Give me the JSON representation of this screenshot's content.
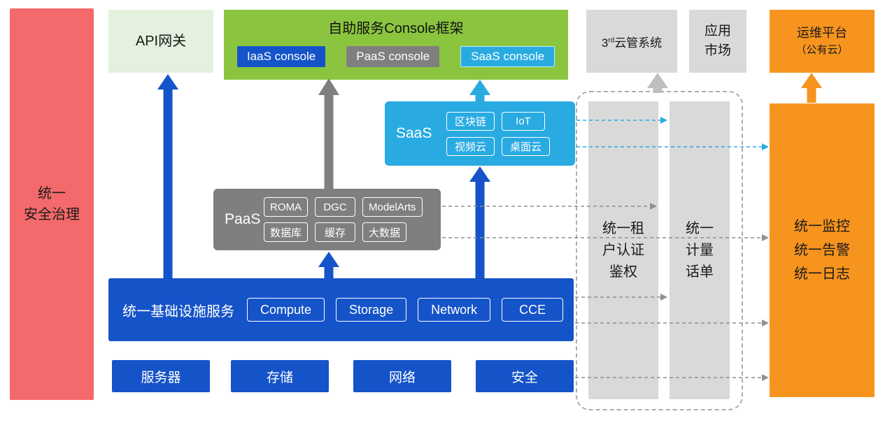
{
  "colors": {
    "red": "#F4696B",
    "light_green": "#E3F1DE",
    "green": "#8BC53F",
    "blue": "#1553C8",
    "gray": "#7F7F7F",
    "light_gray": "#D9D9D9",
    "cyan": "#29ABE2",
    "orange": "#F7941E"
  },
  "security_bar": {
    "line1": "统一",
    "line2": "安全治理"
  },
  "top": {
    "api_gateway": "API网关",
    "console_frame": {
      "title": "自助服务Console框架",
      "buttons": [
        "IaaS console",
        "PaaS console",
        "SaaS console"
      ]
    },
    "third_party": {
      "num": "3",
      "sup": "rd",
      "text": "云管系统"
    },
    "app_market": {
      "line1": "应用",
      "line2": "市场"
    },
    "om_platform": {
      "line1": "运维平台",
      "line2": "（公有云）"
    }
  },
  "saas": {
    "label": "SaaS",
    "chips": [
      "区块链",
      "IoT",
      "视频云",
      "桌面云"
    ]
  },
  "paas": {
    "label": "PaaS",
    "chips": [
      "ROMA",
      "DGC",
      "ModelArts",
      "数据库",
      "缓存",
      "大数据"
    ]
  },
  "iaas": {
    "label": "统一基础设施服务",
    "chips": [
      "Compute",
      "Storage",
      "Network",
      "CCE"
    ]
  },
  "bottom_row": [
    "服务器",
    "存储",
    "网络",
    "安全"
  ],
  "auth_bar": {
    "line1": "统一租",
    "line2": "户认证",
    "line3": "鉴权"
  },
  "metering_bar": {
    "line1": "统一",
    "line2": "计量",
    "line3": "话单"
  },
  "monitor_box": {
    "line1": "统一监控",
    "line2": "统一告警",
    "line3": "统一日志"
  }
}
